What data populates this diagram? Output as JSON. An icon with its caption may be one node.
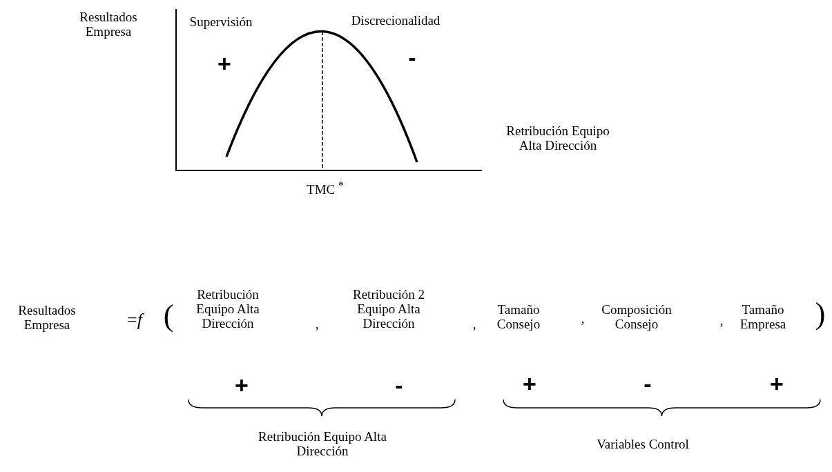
{
  "diagram": {
    "labels": [
      "Resultados Empresa",
      "Supervisión",
      "Discrecionalidad",
      "+",
      "-",
      "Retribución Equipo Alta Dirección",
      "TMC $^{*}$",
      "Resultados Empresa",
      "=*f*",
      "(",
      "Retribución Equipo Alta Dirección",
      ",",
      "Retribución 2 Equipo Alta Dirección",
      ",",
      "Tamaño Consejo",
      ",",
      "Composición Consejo",
      ",",
      "Tamaño Empresa",
      ")",
      "+",
      "-",
      "+",
      "-",
      "+",
      "Retribución Equipo Alta Dirección",
      "Variables Control"
    ]
  }
}
